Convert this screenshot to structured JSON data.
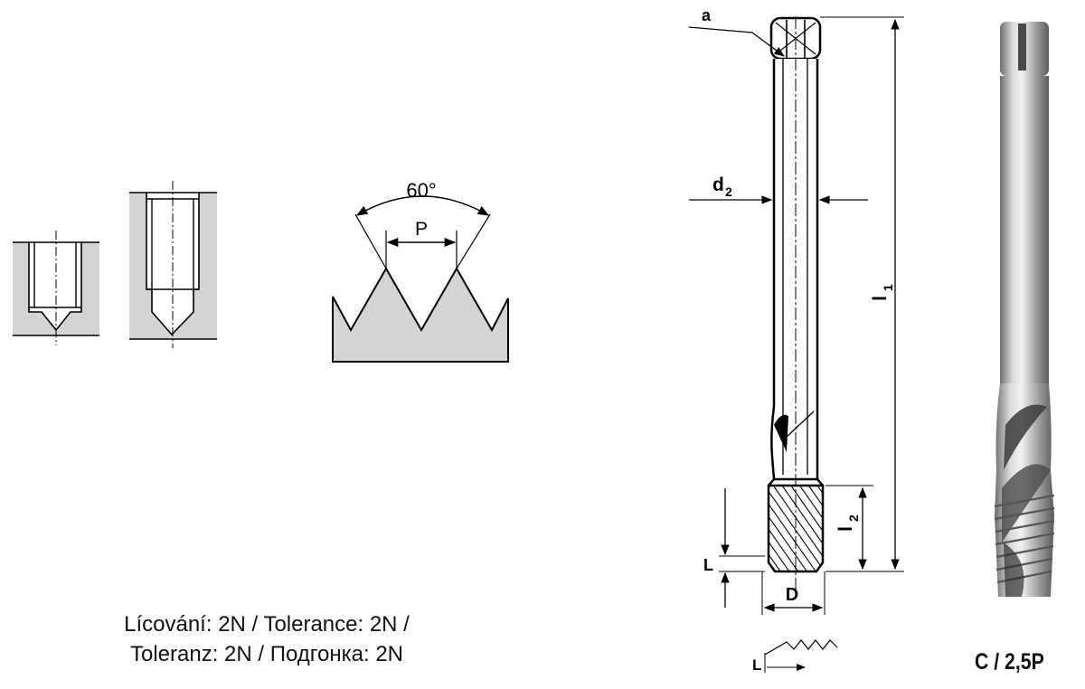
{
  "tolerance": {
    "line1": "Lícování: 2N / Tolerance: 2N /",
    "line2": "Toleranz: 2N / Подгонка: 2N"
  },
  "thread_profile": {
    "angle_label": "60°",
    "pitch_label": "P"
  },
  "dimensions": {
    "a": "a",
    "d2": "d",
    "d2_sub": "2",
    "l1": "l",
    "l1_sub": "1",
    "l2": "l",
    "l2_sub": "2",
    "L": "L",
    "D": "D",
    "L_small": "L"
  },
  "chamfer_form": "C / 2,5P",
  "colors": {
    "fill_gray": "#d4d4d4",
    "line": "#1a1a1a"
  }
}
